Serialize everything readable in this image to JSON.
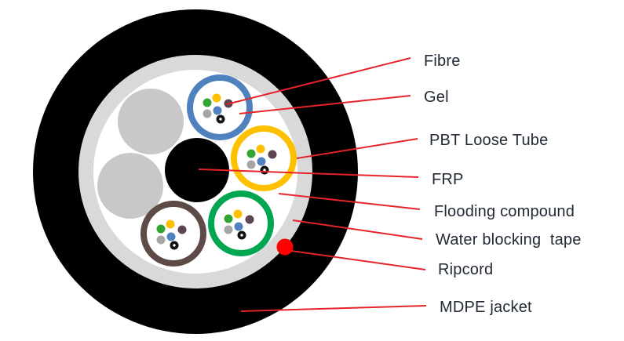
{
  "diagram": {
    "type": "fiber-optic-cable-cross-section",
    "tube_count": 4,
    "fibers_per_tube": 6,
    "filler_rod_count": 2
  },
  "labels": {
    "fibre": "Fibre",
    "gel": "Gel",
    "pbt_loose_tube": "PBT Loose Tube",
    "frp": "FRP",
    "flooding_compound": "Flooding compound",
    "water_blocking_tape": "Water blocking  tape",
    "ripcord": "Ripcord",
    "mdpe_jacket": "MDPE jacket"
  },
  "colors": {
    "background": "#FFFFFF",
    "jacket": "#000000",
    "water_blocking_tape": "#D9D9D9",
    "flooding_compound": "#FFFFFF",
    "filler_rod": "#C8C8C8",
    "frp": "#000000",
    "tube_blue": "#4E81BD",
    "tube_yellow": "#FFC000",
    "tube_green": "#00A650",
    "tube_brown": "#5E4B47",
    "tube_fill": "#FFFFFF",
    "fiber_green": "#33A532",
    "fiber_yellow": "#FFC000",
    "fiber_maroon": "#5E4352",
    "fiber_gray": "#A6A6A6",
    "fiber_blue": "#4E81BD",
    "fiber_black": "#111111",
    "fiber_pinhole": "#FFFFFF",
    "leader_line": "#E5242A",
    "ripcord_dot": "#FF0000",
    "label_text": "#222A35"
  }
}
